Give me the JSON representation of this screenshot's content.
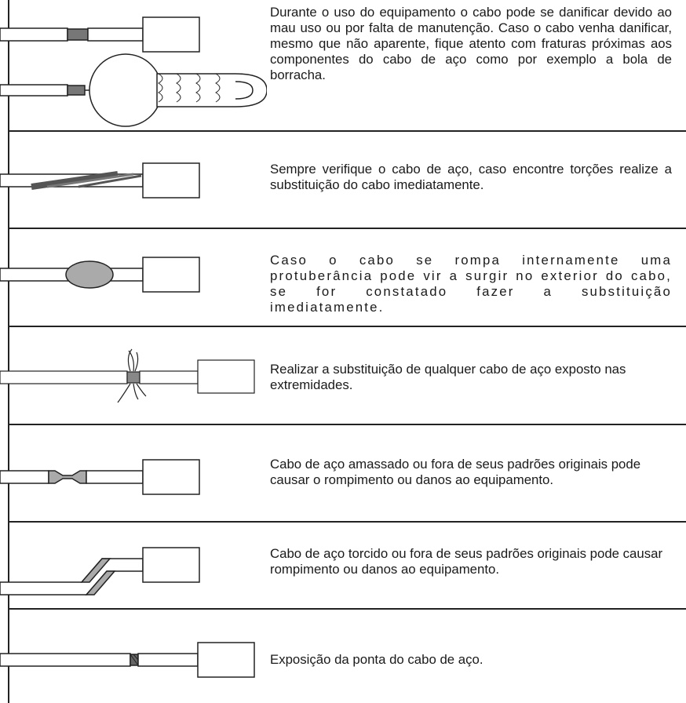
{
  "rows": [
    {
      "text": "Durante o uso do equipamento o cabo pode se danificar devido ao mau uso ou por falta de manutenção. Caso o cabo venha danificar, mesmo que não aparente, fique atento com fraturas próximas aos componentes do cabo de aço como por exemplo a bola de borracha."
    },
    {
      "text": "Sempre verifique o cabo de aço, caso encontre torções realize a substituição do cabo imediatamente."
    },
    {
      "text": "Caso o cabo se rompa internamente uma protuberância pode vir a surgir no exterior do cabo, se for constatado fazer a substituição imediatamente."
    },
    {
      "text": "Realizar a substituição de qualquer cabo de aço exposto nas extremidades."
    },
    {
      "text": "Cabo de aço amassado ou fora de seus padrões originais pode causar o rompimento ou danos ao equipamento."
    },
    {
      "text": "Cabo de aço torcido ou fora de seus padrões originais pode causar rompimento ou danos ao equipamento."
    },
    {
      "text": "Exposição da ponta do cabo de aço."
    }
  ],
  "icons": [
    "frayed-cable-with-rubber-ball-and-eye-terminal",
    "twisted-cable",
    "internal-break-bulge",
    "exposed-frayed-strands",
    "crushed-cable",
    "bent-cable",
    "exposed-cable-tip"
  ]
}
